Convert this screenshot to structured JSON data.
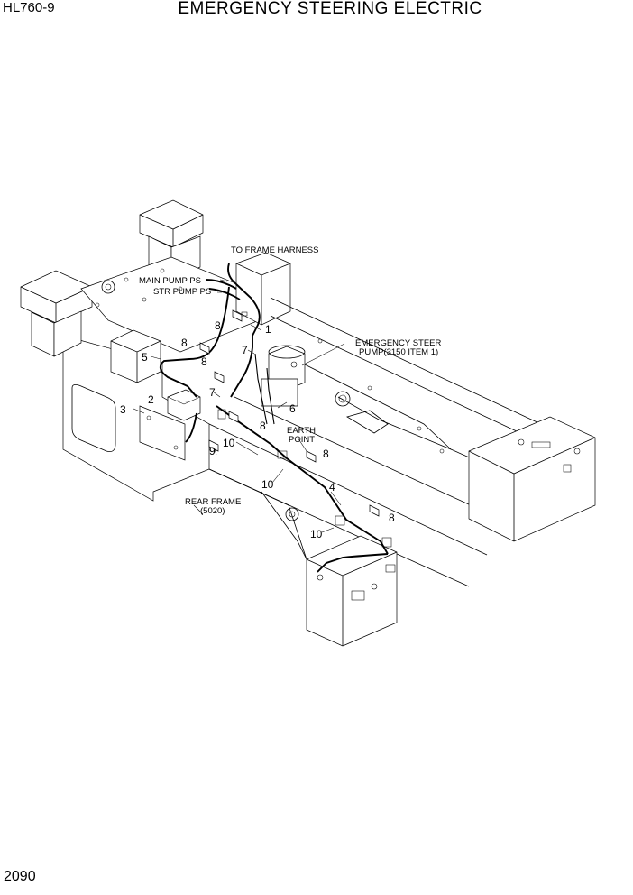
{
  "header": {
    "model": "HL760-9",
    "title": "EMERGENCY STEERING ELECTRIC"
  },
  "footer": {
    "page_number": "2090"
  },
  "callouts": {
    "to_frame_harness": "TO FRAME HARNESS",
    "main_pump_ps": "MAIN PUMP PS",
    "str_pump_ps": "STR PUMP PS",
    "emergency_steer_line1": "EMERGENCY STEER",
    "emergency_steer_line2": "PUMP(3150 ITEM 1)",
    "earth_point_line1": "EARTH",
    "earth_point_line2": "POINT",
    "rear_frame_line1": "REAR FRAME",
    "rear_frame_line2": "(5020)"
  },
  "item_numbers": {
    "i1": "1",
    "i2": "2",
    "i3": "3",
    "i4": "4",
    "i5": "5",
    "i6": "6",
    "i7a": "7",
    "i7b": "7",
    "i8a": "8",
    "i8b": "8",
    "i8c": "8",
    "i8d": "8",
    "i8e": "8",
    "i8f": "8",
    "i9": "9",
    "i10a": "10",
    "i10b": "10",
    "i10c": "10"
  }
}
